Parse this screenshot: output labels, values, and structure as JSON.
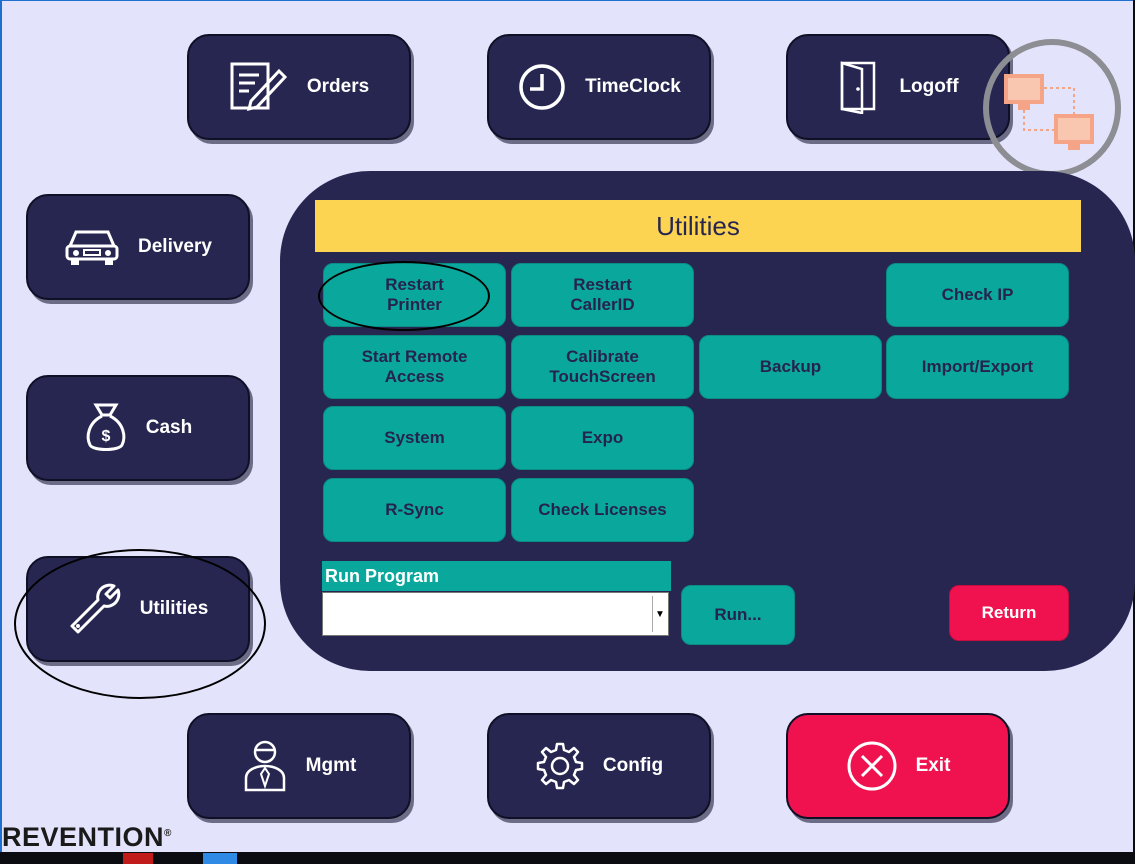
{
  "nav": {
    "orders": "Orders",
    "timeclock": "TimeClock",
    "logoff": "Logoff",
    "delivery": "Delivery",
    "cash": "Cash",
    "utilities": "Utilities",
    "mgmt": "Mgmt",
    "config": "Config",
    "exit": "Exit"
  },
  "utilities_panel": {
    "title": "Utilities",
    "buttons": {
      "restart_printer": "Restart\nPrinter",
      "restart_callerid": "Restart\nCallerID",
      "check_ip": "Check IP",
      "start_remote_access": "Start Remote\nAccess",
      "calibrate_touchscreen": "Calibrate\nTouchScreen",
      "backup": "Backup",
      "import_export": "Import/Export",
      "system": "System",
      "expo": "Expo",
      "r_sync": "R-Sync",
      "check_licenses": "Check Licenses"
    },
    "run_program": {
      "label": "Run Program",
      "selected": "",
      "run_button": "Run..."
    },
    "return_button": "Return"
  },
  "brand": {
    "logo": "REVENTION",
    "mark": "®"
  },
  "colors": {
    "background": "#e3e3fb",
    "navy": "#272650",
    "teal": "#0aa89c",
    "yellow": "#fdd452",
    "red": "#f0124f"
  }
}
